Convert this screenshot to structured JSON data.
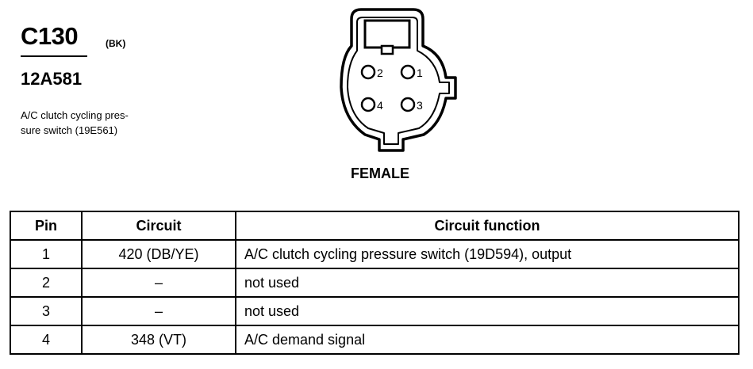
{
  "connector": {
    "id": "C130",
    "color_code": "(BK)",
    "part_number": "12A581",
    "description_lines": [
      "A/C clutch cycling pres-",
      "sure switch (19E561)"
    ],
    "gender_label": "FEMALE",
    "cavity_labels": [
      "2",
      "1",
      "4",
      "3"
    ]
  },
  "table": {
    "headers": [
      "Pin",
      "Circuit",
      "Circuit function"
    ],
    "rows": [
      {
        "pin": "1",
        "circuit": "420 (DB/YE)",
        "function": "A/C clutch cycling pressure switch (19D594), output"
      },
      {
        "pin": "2",
        "circuit": "–",
        "function": "not used"
      },
      {
        "pin": "3",
        "circuit": "–",
        "function": "not used"
      },
      {
        "pin": "4",
        "circuit": "348 (VT)",
        "function": "A/C demand signal"
      }
    ]
  }
}
